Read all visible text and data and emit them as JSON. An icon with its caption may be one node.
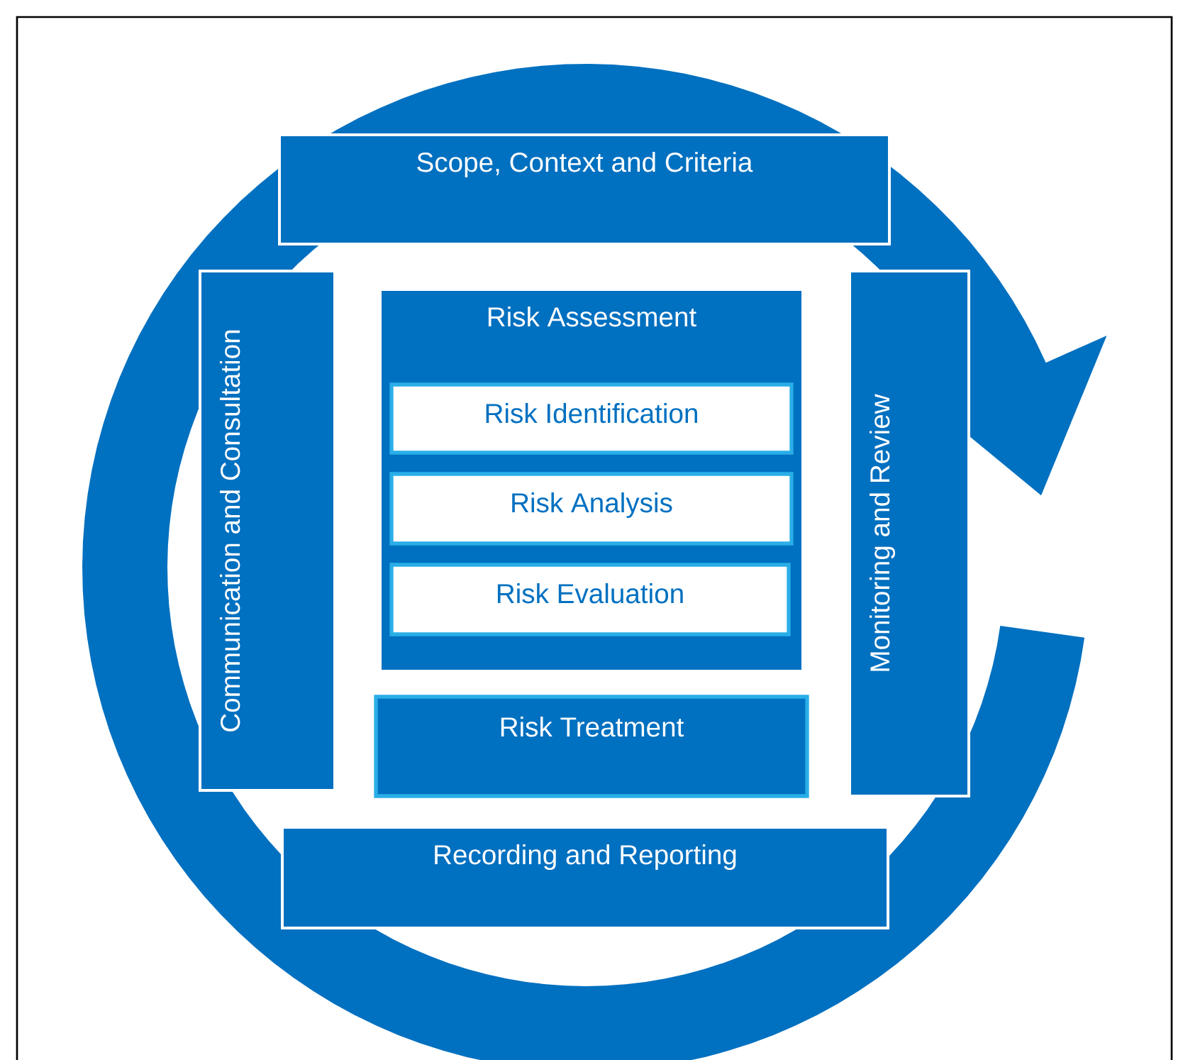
{
  "diagram": {
    "nodes": [
      {
        "text": [
          "Scope, Context and Criteria"
        ]
      },
      {
        "text": [
          "Communication and Consultation"
        ]
      },
      {
        "text": [
          "Risk Assessment"
        ]
      },
      {
        "text": [
          "Risk Identification"
        ],
        "in": 2
      },
      {
        "text": [
          "Risk Analysis"
        ],
        "in": 2
      },
      {
        "text": [
          "Risk Evaluation"
        ],
        "in": 2
      },
      {
        "text": [
          "Risk Treatment"
        ]
      },
      {
        "text": [
          "Monitoring and Review"
        ]
      },
      {
        "text": [
          "Recording and Reporting"
        ]
      }
    ],
    "edges": []
  }
}
